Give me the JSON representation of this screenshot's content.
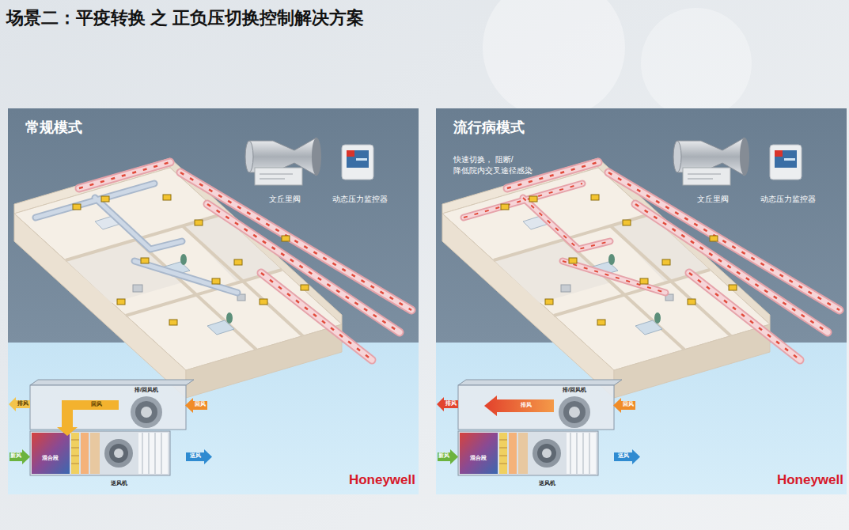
{
  "diagram": {
    "title": "场景二：平疫转换 之 正负压切换控制解决方案",
    "nodes": [
      {
        "text": [
          "常规模式"
        ]
      },
      {
        "text": [
          "排/回风机"
        ],
        "in": 0
      },
      {
        "text": [
          "送风机",
          "混合段"
        ],
        "in": 0
      },
      {
        "text": [
          "流行病模式",
          "快速切换， 阻断/降低院内交叉途径感染"
        ]
      },
      {
        "text": [
          "排/回风机"
        ],
        "in": 3
      },
      {
        "text": [
          "送风机",
          "混合段"
        ],
        "in": 3
      }
    ],
    "labels": [
      "文丘里阀",
      "动态压力监控器",
      "排风",
      "回风",
      "回风",
      "新风",
      "送风",
      "Honeywell",
      "文丘里阀",
      "动态压力监控器",
      "排风",
      "排风",
      "回风",
      "新风",
      "送风",
      "Honeywell"
    ]
  }
}
